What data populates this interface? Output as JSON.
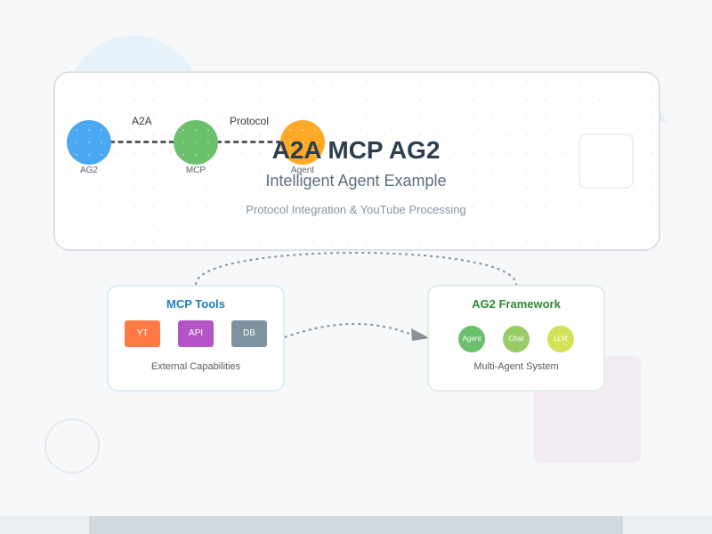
{
  "diagram": {
    "title": "A2A MCP AG2",
    "subtitle": "Intelligent Agent Example",
    "tagline": "Protocol Integration & YouTube Processing",
    "nodes": [
      {
        "id": "ag2",
        "label": "AG2",
        "color": "#4aa8f0"
      },
      {
        "id": "mcp",
        "label": "MCP",
        "color": "#6cc06c"
      },
      {
        "id": "agent",
        "label": "Agent",
        "color": "#ffa927"
      }
    ],
    "edges": [
      {
        "from": "ag2",
        "to": "mcp",
        "label": "A2A"
      },
      {
        "from": "mcp",
        "to": "agent",
        "label": "Protocol"
      }
    ],
    "mcp_tools": {
      "title": "MCP Tools",
      "title_color": "#1f7fbf",
      "items": [
        {
          "label": "YT",
          "color": "#ff7a45"
        },
        {
          "label": "API",
          "color": "#b455c6"
        },
        {
          "label": "DB",
          "color": "#7d929e"
        }
      ],
      "footer": "External Capabilities"
    },
    "ag2_framework": {
      "title": "AG2 Framework",
      "title_color": "#2e8b34",
      "items": [
        {
          "label": "Agent",
          "color": "#6cc06c"
        },
        {
          "label": "Chat",
          "color": "#99cc66"
        },
        {
          "label": "LLM",
          "color": "#d4e157"
        }
      ],
      "footer": "Multi-Agent System"
    }
  }
}
